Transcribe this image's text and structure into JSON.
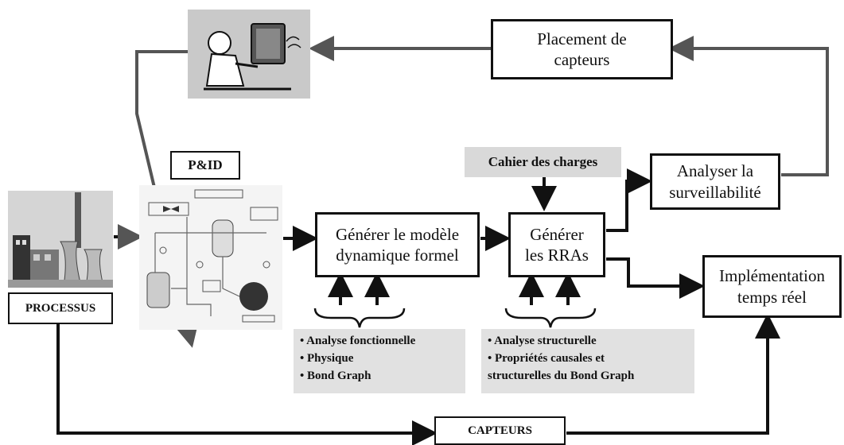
{
  "nodes": {
    "placement": "Placement de\ncapteurs",
    "analyser": "Analyser la\nsurveillabilité",
    "cahier": "Cahier des charges",
    "generer_modele": "Générer le modèle\ndynamique formel",
    "generer_rras": "Générer\nles RRAs",
    "implementation": "Implémentation\ntemps réel",
    "pid": "P&ID",
    "processus": "PROCESSUS",
    "capteurs": "CAPTEURS"
  },
  "notes": {
    "left": [
      "• Analyse fonctionnelle",
      "• Physique",
      "• Bond Graph"
    ],
    "right": [
      "• Analyse structurelle",
      "• Propriétés causales et",
      "structurelles du Bond Graph"
    ]
  },
  "colors": {
    "line": "#111111",
    "grey_arrow": "#555555",
    "note_bg": "#e1e1e1"
  }
}
